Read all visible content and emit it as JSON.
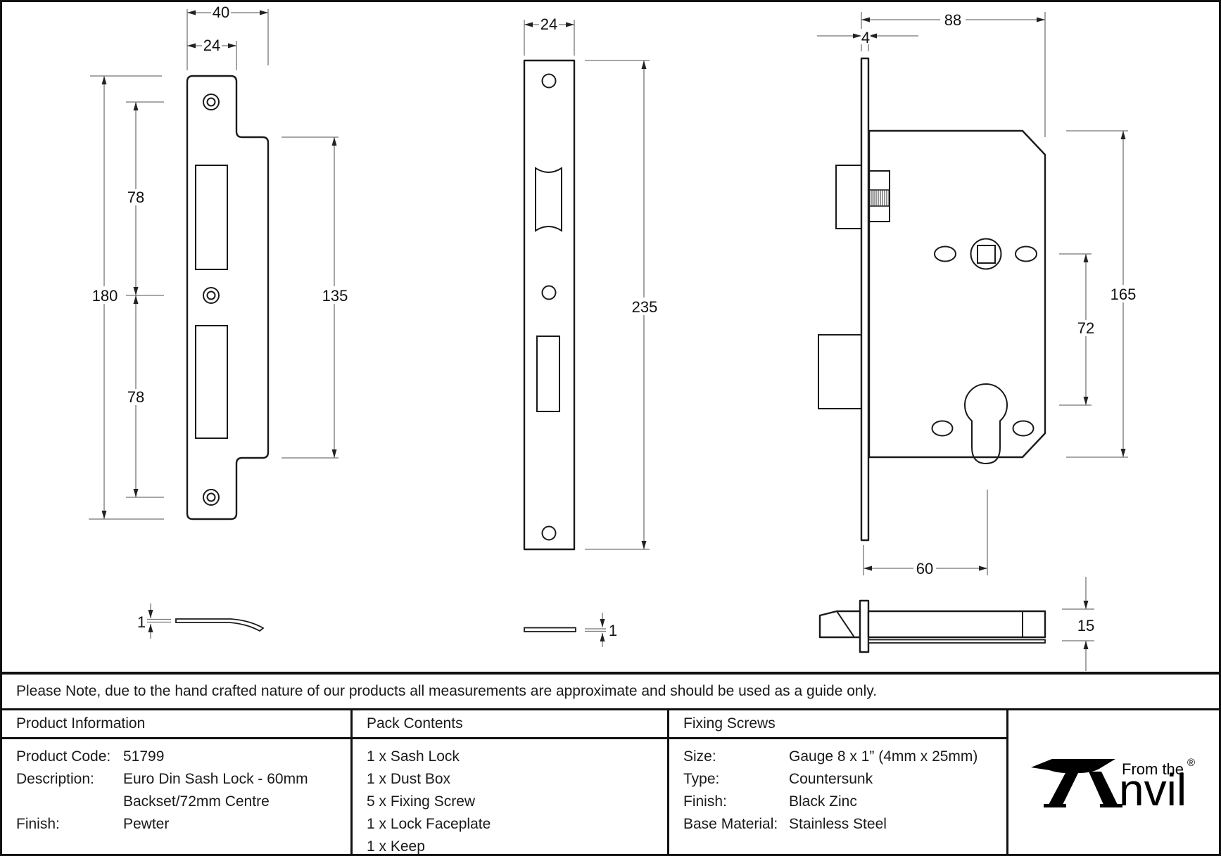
{
  "note": "Please Note, due to the hand crafted nature of our products all measurements are approximate and should be used as a guide only.",
  "table": {
    "product_information": {
      "header": "Product Information",
      "rows": [
        {
          "label": "Product Code:",
          "value": "51799"
        },
        {
          "label": "Description:",
          "value": "Euro Din Sash Lock - 60mm"
        },
        {
          "label": "",
          "value": "Backset/72mm Centre"
        },
        {
          "label": "Finish:",
          "value": "Pewter"
        }
      ]
    },
    "pack_contents": {
      "header": "Pack Contents",
      "items": [
        "1 x Sash Lock",
        "1 x Dust Box",
        "5 x Fixing Screw",
        "1 x Lock Faceplate",
        "1 x Keep"
      ]
    },
    "fixing_screws": {
      "header": "Fixing Screws",
      "rows": [
        {
          "label": "Size:",
          "value": "Gauge 8 x 1” (4mm x 25mm)"
        },
        {
          "label": "Type:",
          "value": "Countersunk"
        },
        {
          "label": "Finish:",
          "value": "Black Zinc"
        },
        {
          "label": "Base Material:",
          "value": "Stainless Steel"
        }
      ]
    }
  },
  "logo": {
    "brand_prefix": "From the",
    "brand_name": "Anvil",
    "brand_name_tail": "nvil",
    "registered": "®"
  },
  "dimensions": {
    "keep": {
      "outer_width": "40",
      "slot_width": "24",
      "height": "180",
      "upper_centres": "78",
      "lower_centres": "78",
      "lip_height": "135",
      "thickness": "1"
    },
    "faceplate": {
      "width": "24",
      "height": "235",
      "thickness": "1"
    },
    "lock_body": {
      "width": "88",
      "faceplate_thickness": "4",
      "height": "165",
      "centres": "72",
      "backset": "60",
      "case_thickness": "15"
    }
  }
}
